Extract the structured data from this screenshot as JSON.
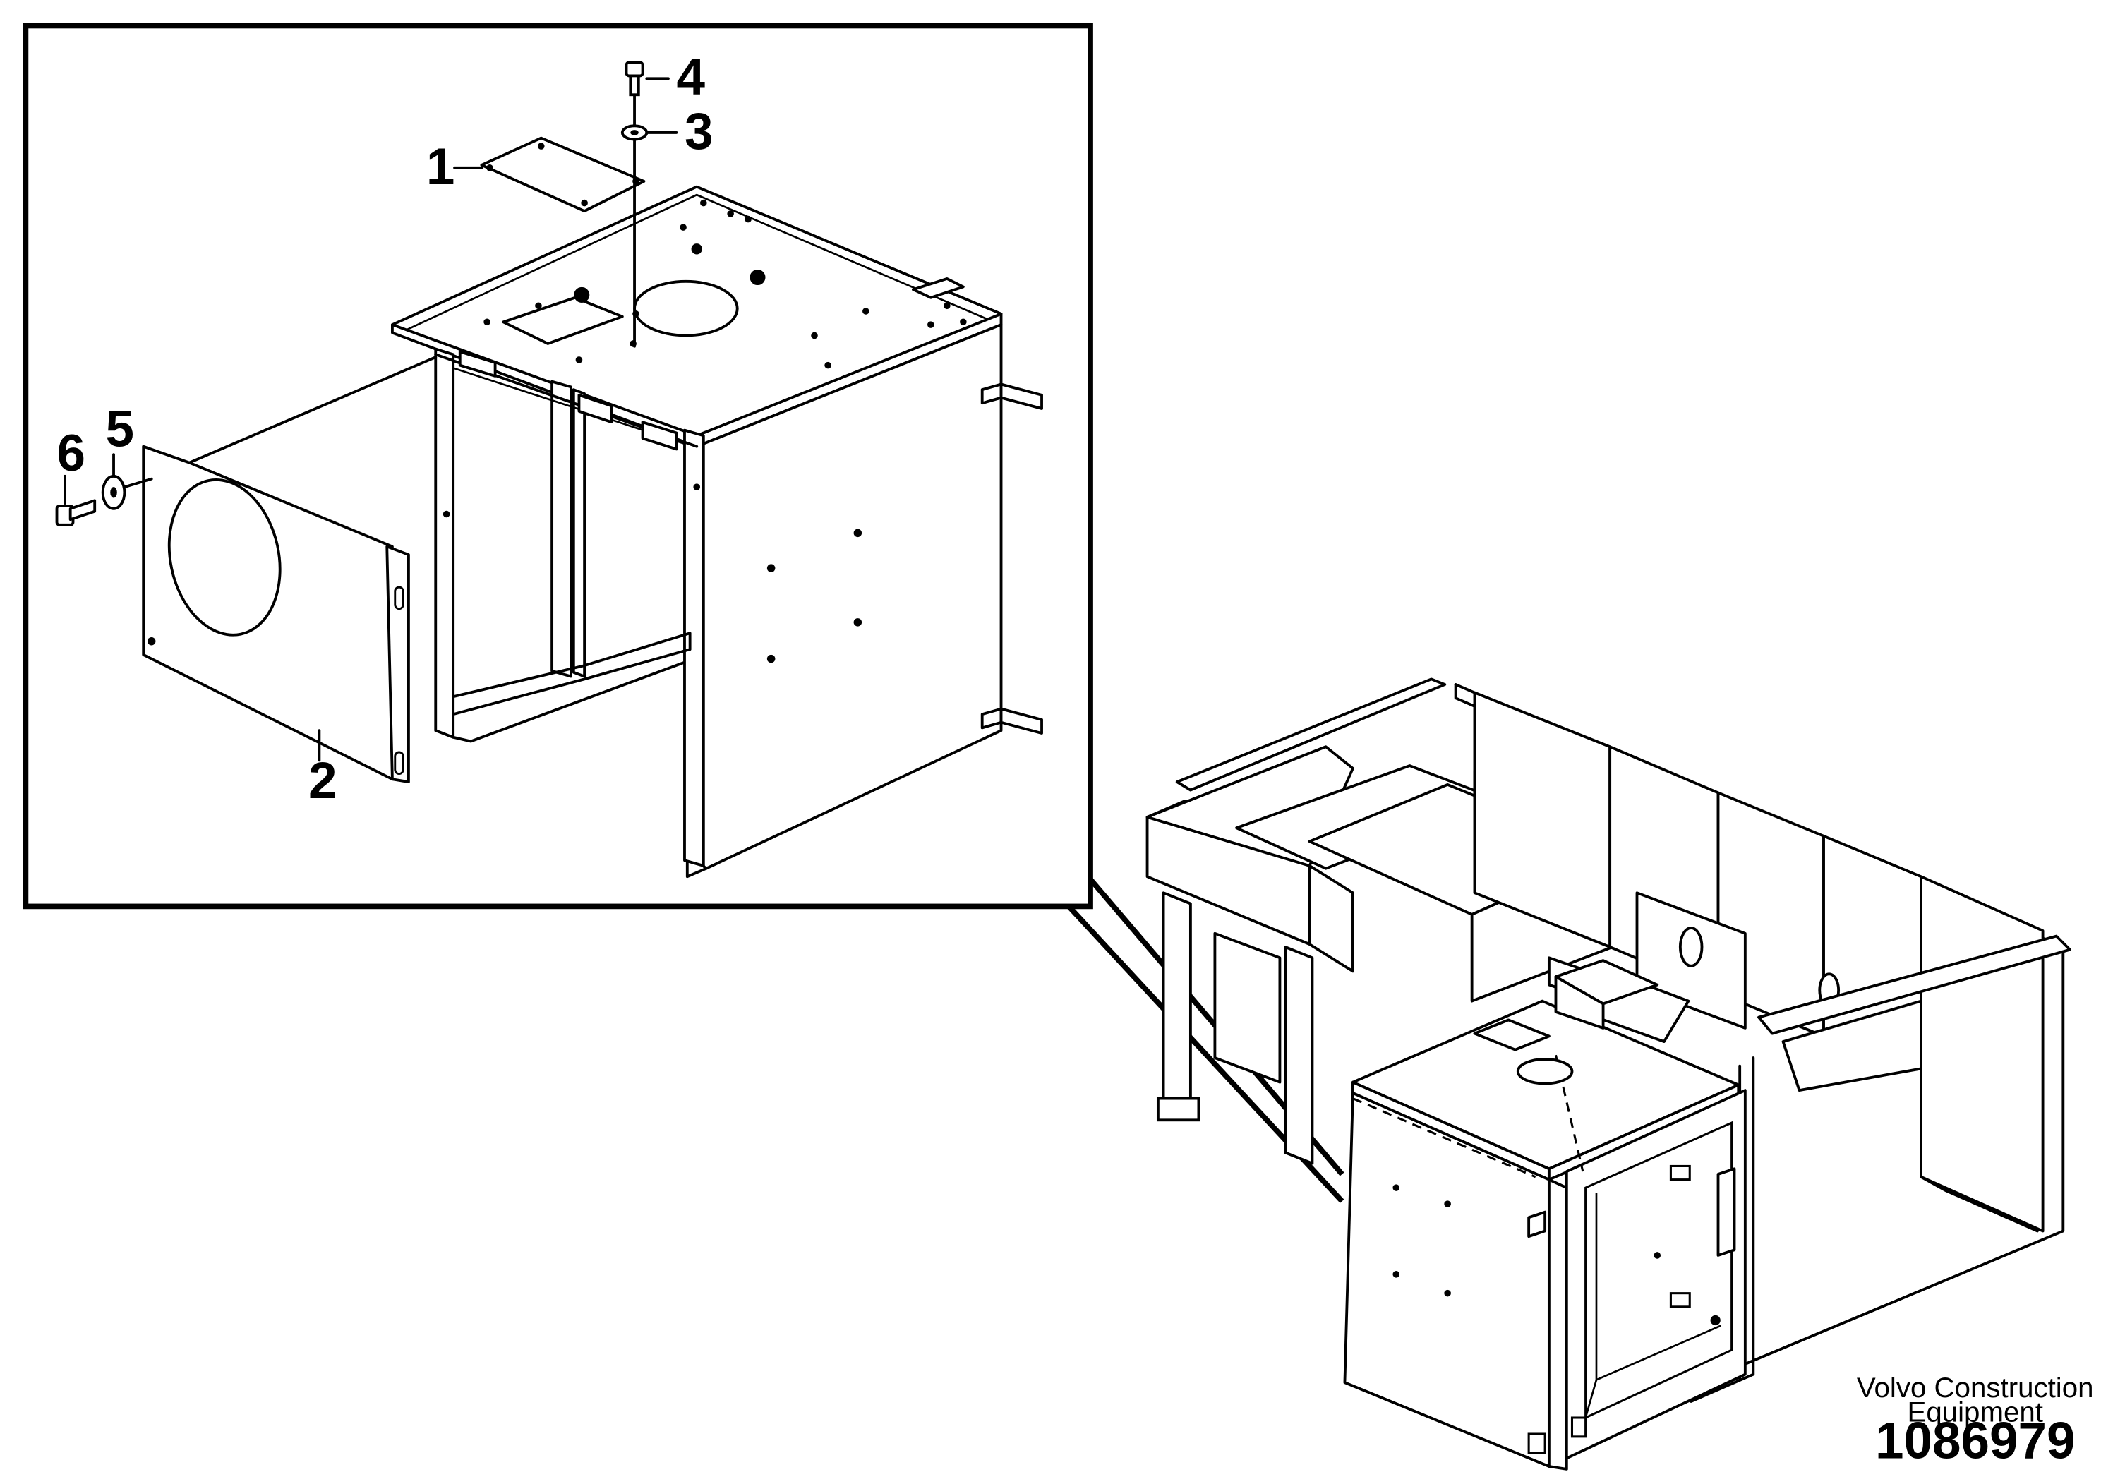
{
  "callouts": [
    {
      "label": "1"
    },
    {
      "label": "2"
    },
    {
      "label": "3"
    },
    {
      "label": "4"
    },
    {
      "label": "5"
    },
    {
      "label": "6"
    }
  ],
  "brand": {
    "line1": "Volvo Construction",
    "line2": "Equipment"
  },
  "part_number": "1086979"
}
